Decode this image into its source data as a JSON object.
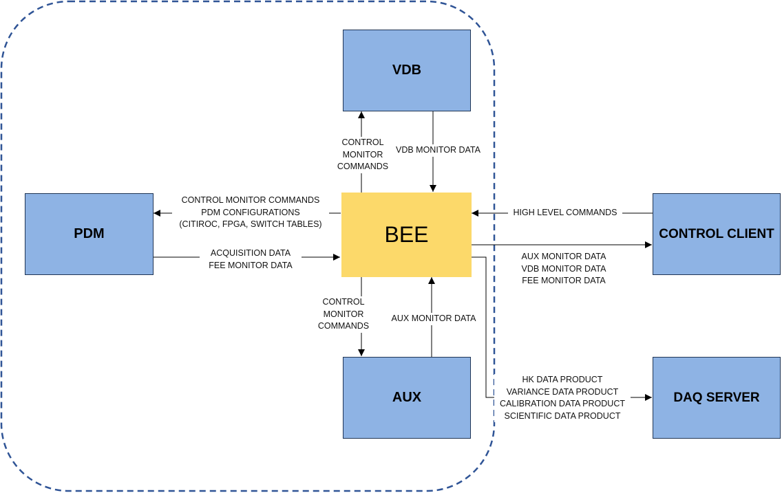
{
  "blocks": {
    "vdb": "VDB",
    "pdm": "PDM",
    "bee": "BEE",
    "aux": "AUX",
    "control_client": "CONTROL CLIENT",
    "daq_server": "DAQ SERVER"
  },
  "labels": {
    "bee_to_vdb": [
      "CONTROL",
      "MONITOR",
      "COMMANDS"
    ],
    "vdb_to_bee": [
      "VDB MONITOR DATA"
    ],
    "bee_to_pdm": [
      "CONTROL MONITOR COMMANDS",
      "PDM CONFIGURATIONS",
      "(CITIROC, FPGA, SWITCH TABLES)"
    ],
    "pdm_to_bee": [
      "ACQUISITION DATA",
      "FEE MONITOR DATA"
    ],
    "client_to_bee": [
      "HIGH LEVEL COMMANDS"
    ],
    "bee_to_client": [
      "AUX MONITOR DATA",
      "VDB MONITOR DATA",
      "FEE MONITOR DATA"
    ],
    "bee_to_aux": [
      "CONTROL",
      "MONITOR",
      "COMMANDS"
    ],
    "aux_to_bee": [
      "AUX MONITOR DATA"
    ],
    "bee_to_daq": [
      "HK DATA PRODUCT",
      "VARIANCE DATA PRODUCT",
      "CALIBRATION DATA PRODUCT",
      "SCIENTIFIC DATA PRODUCT"
    ]
  },
  "colors": {
    "block_fill": "#8eb3e4",
    "block_border": "#1f3454",
    "bee_fill": "#fcd96a",
    "boundary": "#2f5496",
    "arrow": "#000000"
  }
}
